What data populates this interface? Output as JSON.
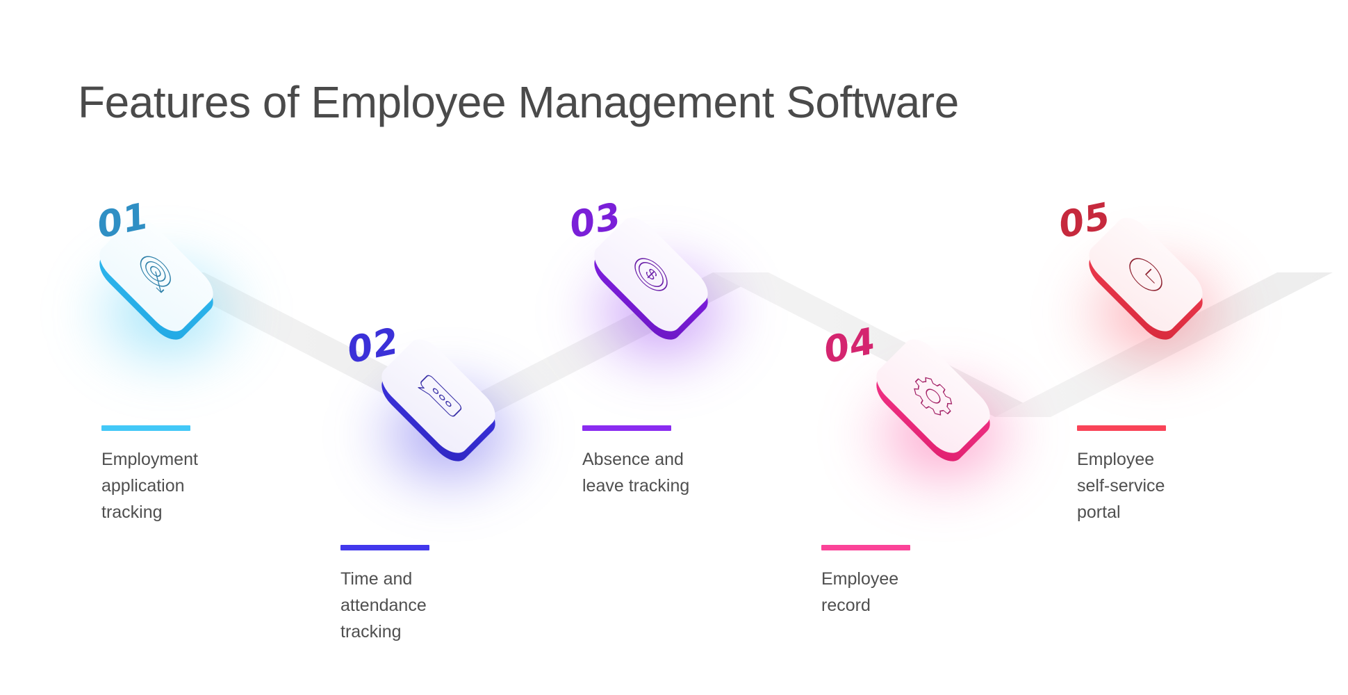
{
  "header": {
    "title": "Features of Employee Management Software"
  },
  "theme": {
    "background": "#ffffff",
    "title_color": "#4a4a4a",
    "label_color": "#4f4f4f",
    "ribbon_color": "#f0f0f0"
  },
  "steps": [
    {
      "number": "01",
      "label": "Employment\napplication\ntracking",
      "icon": "target-arrow-icon",
      "accent": "#3ec6f5",
      "accent_dark": "#2a93c9",
      "edge": "#36bdf2",
      "face_top": "#fbfeff",
      "face_bottom": "#eef9fe",
      "glow": "#37c6f4",
      "num_color": "#2f8fc4",
      "bar_color": "#43c8f7"
    },
    {
      "number": "02",
      "label": "Time and\nattendance\ntracking",
      "icon": "chat-bubble-icon",
      "accent": "#3b32e0",
      "accent_dark": "#2f27b5",
      "edge": "#3b30e6",
      "face_top": "#fcfbff",
      "face_bottom": "#f0eefb",
      "glow": "#4238e8",
      "num_color": "#3b30d8",
      "bar_color": "#4238ec"
    },
    {
      "number": "03",
      "label": "Absence and\nleave tracking",
      "icon": "dollar-coin-icon",
      "accent": "#8423ec",
      "accent_dark": "#6a1cc0",
      "edge": "#8a24f0",
      "face_top": "#fdfbff",
      "face_bottom": "#f4eefc",
      "glow": "#8a2cf0",
      "num_color": "#7a1fd8",
      "bar_color": "#8a2cf0"
    },
    {
      "number": "04",
      "label": "Employee\nrecord",
      "icon": "gear-icon",
      "accent": "#fb3d94",
      "accent_dark": "#c72a72",
      "edge": "#fb3d94",
      "face_top": "#fffafc",
      "face_bottom": "#fdeaf3",
      "glow": "#fb3d94",
      "num_color": "#d4256f",
      "bar_color": "#fb4398"
    },
    {
      "number": "05",
      "label": "Employee\nself-service\nportal",
      "icon": "clock-icon",
      "accent": "#f93d50",
      "accent_dark": "#c32436",
      "edge": "#f93d50",
      "face_top": "#fffafb",
      "face_bottom": "#fdecee",
      "glow": "#f94458",
      "num_color": "#c6293d",
      "bar_color": "#f94458"
    }
  ],
  "connectors": [
    {
      "from": "01",
      "to": "02",
      "direction": "down-right"
    },
    {
      "from": "02",
      "to": "03",
      "direction": "up-right"
    },
    {
      "from": "03",
      "to": "04",
      "direction": "down-right"
    },
    {
      "from": "04",
      "to": "05",
      "direction": "up-right"
    }
  ]
}
